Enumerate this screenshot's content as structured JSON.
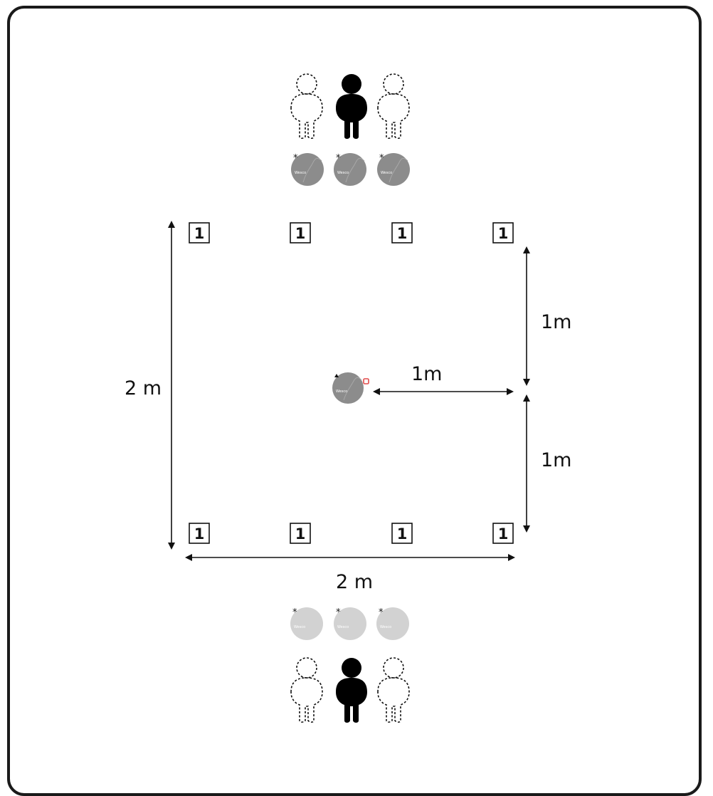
{
  "diagram": {
    "cone_label": "1",
    "dim_left": "2 m",
    "dim_bottom": "2 m",
    "dim_right_top": "1m",
    "dim_right_bottom": "1m",
    "dim_center": "1m",
    "ball_brand": "Wesco",
    "ball_mark_top": "*",
    "ball_mark_bottom": "*",
    "colors": {
      "frame": "#1a1a1a",
      "player_active": "#000000",
      "ball_dark": "#8c8c8c",
      "ball_light": "#d2d2d2",
      "ball_center_tag": "#e24a4a"
    },
    "icons": {
      "player": "person-icon",
      "ball": "ball-icon",
      "cone": "cone-marker-icon",
      "arrow": "double-arrow-icon"
    }
  }
}
